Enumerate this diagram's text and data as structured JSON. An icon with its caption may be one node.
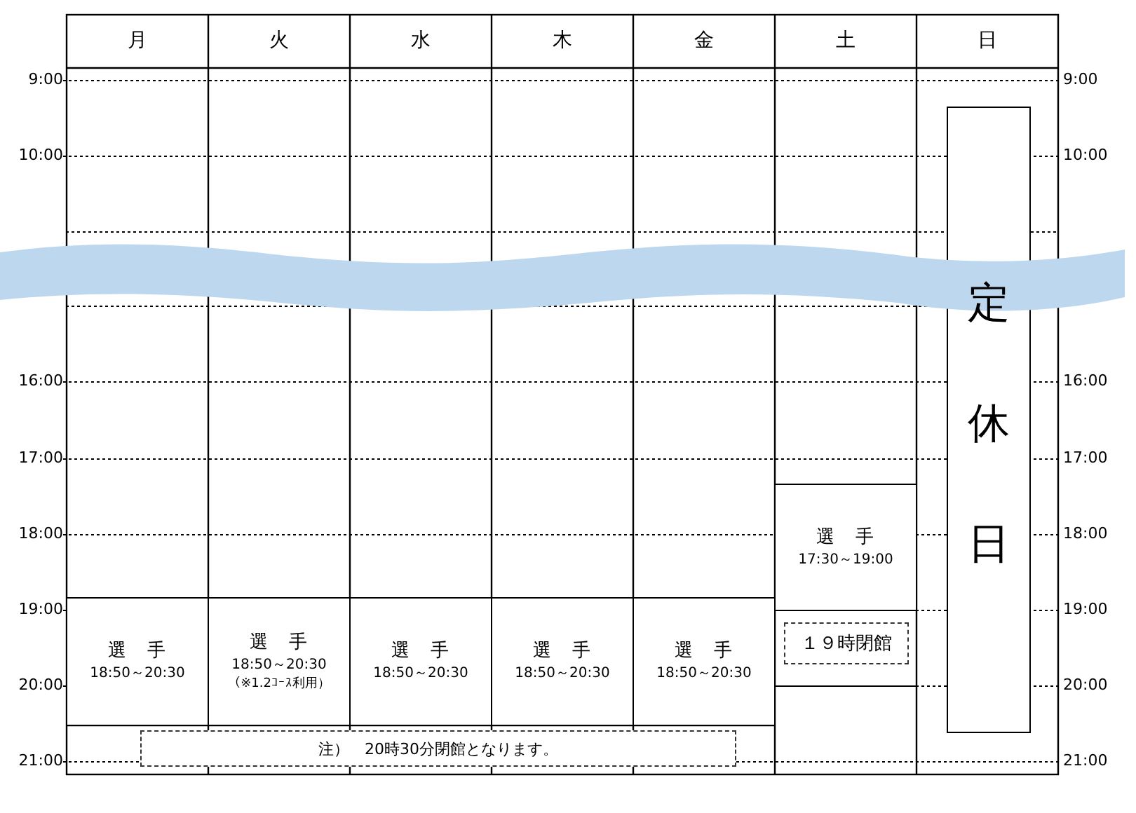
{
  "diagram": {
    "nodes": [
      {
        "text": [
          "選　手",
          "18:50～20:30"
        ]
      },
      {
        "text": [
          "選　手",
          "18:50～20:30",
          "（※1.2ｺｰｽ利用）"
        ]
      },
      {
        "text": [
          "選　手",
          "18:50～20:30"
        ]
      },
      {
        "text": [
          "選　手",
          "18:50～20:30"
        ]
      },
      {
        "text": [
          "選　手",
          "18:50～20:30"
        ]
      },
      {
        "text": [
          "選　手",
          "17:30～19:00"
        ]
      },
      {
        "text": [
          "１９時閉館"
        ]
      },
      {
        "text": [
          "定休日"
        ]
      },
      {
        "text": [
          "注）　20時30分閉館となります。"
        ]
      }
    ],
    "labels": [
      "月",
      "火",
      "水",
      "木",
      "金",
      "土",
      "日",
      "9:00",
      "9:00",
      "10:00",
      "10:00",
      "16:00",
      "16:00",
      "17:00",
      "17:00",
      "18:00",
      "18:00",
      "19:00",
      "19:00",
      "20:00",
      "20:00",
      "21:00",
      "21:00"
    ]
  }
}
